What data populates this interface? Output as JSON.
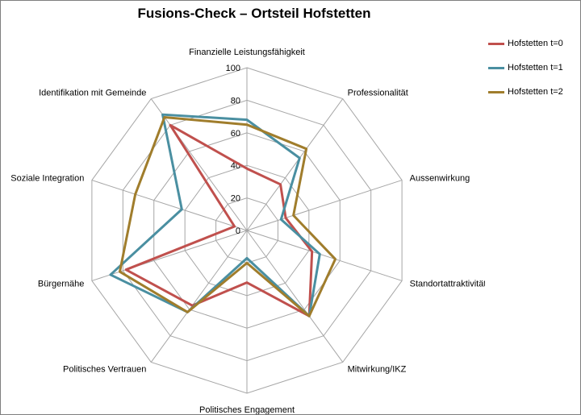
{
  "chart_data": {
    "type": "radar",
    "title": "Fusions-Check  –  Ortsteil Hofstetten",
    "categories": [
      "Finanzielle Leistungsfähigkeit",
      "Professionalität",
      "Aussenwirkung",
      "Standortattraktivität",
      "Mitwirkung/IKZ",
      "Politisches Engagement",
      "Politisches Vertrauen",
      "Bürgernähe",
      "Soziale Integration",
      "Identifikation mit Gemeinde"
    ],
    "axis": {
      "min": 0,
      "max": 100,
      "ticks": [
        0,
        20,
        40,
        60,
        80,
        100
      ]
    },
    "grid": true,
    "legend_position": "right",
    "series": [
      {
        "name": "Hofstetten t=0",
        "color": "#c0504d",
        "values": [
          38,
          35,
          25,
          42,
          65,
          32,
          57,
          78,
          8,
          80
        ]
      },
      {
        "name": "Hofstetten t=1",
        "color": "#4a8fa1",
        "values": [
          68,
          55,
          22,
          47,
          65,
          17,
          62,
          88,
          42,
          88
        ]
      },
      {
        "name": "Hofstetten t=2",
        "color": "#a07d2c",
        "values": [
          65,
          62,
          30,
          57,
          65,
          20,
          62,
          82,
          72,
          86
        ]
      }
    ]
  }
}
